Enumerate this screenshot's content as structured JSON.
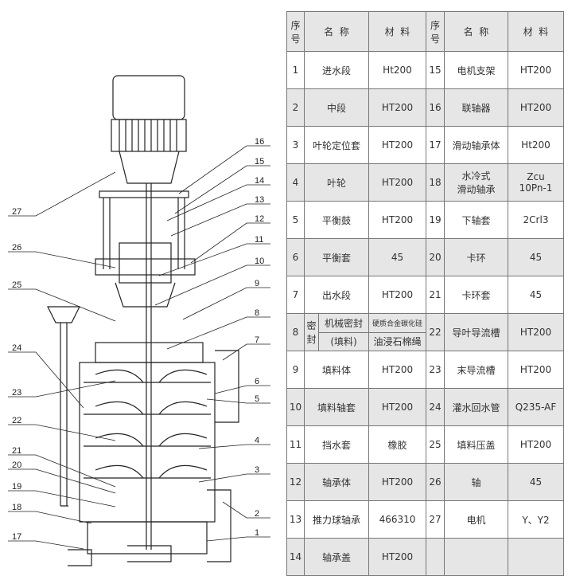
{
  "header": {
    "no": "序\n号",
    "name": "名  称",
    "material": "材  料"
  },
  "rows_left": [
    {
      "no": "1",
      "name": "进水段",
      "material": "Ht200"
    },
    {
      "no": "2",
      "name": "中段",
      "material": "HT200"
    },
    {
      "no": "3",
      "name": "叶轮定位套",
      "material": "HT200"
    },
    {
      "no": "4",
      "name": "叶轮",
      "material": "HT200"
    },
    {
      "no": "5",
      "name": "平衡鼓",
      "material": "HT200"
    },
    {
      "no": "6",
      "name": "平衡套",
      "material": "45"
    },
    {
      "no": "7",
      "name": "出水段",
      "material": "HT200"
    },
    {
      "no": "8",
      "group": "密封",
      "name": "机械密封",
      "material": "硬质合金碳化硅",
      "name2": "(填料)",
      "material2": "油浸石棉绳"
    },
    {
      "no": "9",
      "name": "填料体",
      "material": "HT200"
    },
    {
      "no": "10",
      "name": "填料轴套",
      "material": "HT200"
    },
    {
      "no": "11",
      "name": "挡水套",
      "material": "橡胶"
    },
    {
      "no": "12",
      "name": "轴承体",
      "material": "HT200"
    },
    {
      "no": "13",
      "name": "推力球轴承",
      "material": "466310"
    },
    {
      "no": "14",
      "name": "轴承盖",
      "material": "HT200"
    }
  ],
  "rows_right": [
    {
      "no": "15",
      "name": "电机支架",
      "material": "HT200"
    },
    {
      "no": "16",
      "name": "联轴器",
      "material": "HT200"
    },
    {
      "no": "17",
      "name": "滑动轴承体",
      "material": "Ht200"
    },
    {
      "no": "18",
      "name": "水冷式\n滑动轴承",
      "material": "Zcu\n10Pn-1"
    },
    {
      "no": "19",
      "name": "下轴套",
      "material": "2Crl3"
    },
    {
      "no": "20",
      "name": "卡环",
      "material": "45"
    },
    {
      "no": "21",
      "name": "卡环套",
      "material": "45"
    },
    {
      "no": "22",
      "name": "导叶导流槽",
      "material": "HT200"
    },
    {
      "no": "23",
      "name": "末导流槽",
      "material": "HT200"
    },
    {
      "no": "24",
      "name": "灌水回水管",
      "material": "Q235-AF"
    },
    {
      "no": "25",
      "name": "填料压盖",
      "material": "HT200"
    },
    {
      "no": "26",
      "name": "轴",
      "material": "45"
    },
    {
      "no": "27",
      "name": "电机",
      "material": "Y、Y2"
    }
  ],
  "callouts_right": [
    "16",
    "15",
    "14",
    "13",
    "12",
    "11",
    "10",
    "9",
    "8",
    "7",
    "6",
    "5",
    "4",
    "3",
    "2",
    "1"
  ],
  "callouts_left": [
    "27",
    "26",
    "25",
    "24",
    "23",
    "22",
    "21",
    "20",
    "19",
    "18",
    "17"
  ]
}
